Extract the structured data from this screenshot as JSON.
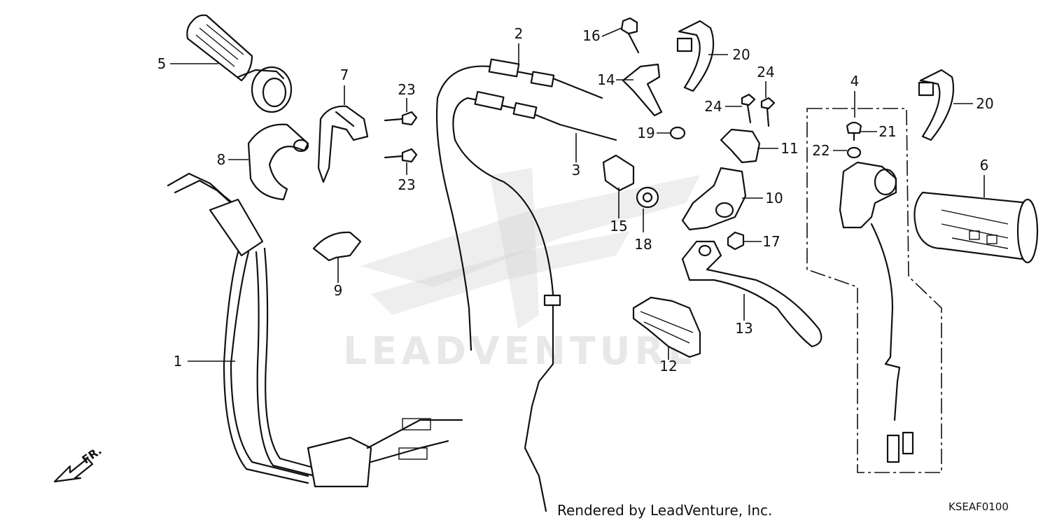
{
  "callouts": [
    {
      "id": "1",
      "text": "1"
    },
    {
      "id": "2",
      "text": "2"
    },
    {
      "id": "3",
      "text": "3"
    },
    {
      "id": "4",
      "text": "4"
    },
    {
      "id": "5",
      "text": "5"
    },
    {
      "id": "6",
      "text": "6"
    },
    {
      "id": "7",
      "text": "7"
    },
    {
      "id": "8",
      "text": "8"
    },
    {
      "id": "9",
      "text": "9"
    },
    {
      "id": "10",
      "text": "10"
    },
    {
      "id": "11",
      "text": "11"
    },
    {
      "id": "12",
      "text": "12"
    },
    {
      "id": "13",
      "text": "13"
    },
    {
      "id": "14",
      "text": "14"
    },
    {
      "id": "15",
      "text": "15"
    },
    {
      "id": "16",
      "text": "16"
    },
    {
      "id": "17",
      "text": "17"
    },
    {
      "id": "18",
      "text": "18"
    },
    {
      "id": "19",
      "text": "19"
    },
    {
      "id": "20a",
      "text": "20"
    },
    {
      "id": "20b",
      "text": "20"
    },
    {
      "id": "21",
      "text": "21"
    },
    {
      "id": "22",
      "text": "22"
    },
    {
      "id": "23a",
      "text": "23"
    },
    {
      "id": "23b",
      "text": "23"
    },
    {
      "id": "24a",
      "text": "24"
    },
    {
      "id": "24b",
      "text": "24"
    }
  ],
  "front_arrow_label": "FR.",
  "credit": "Rendered by LeadVenture, Inc.",
  "diagram_code": "KSEAF0100",
  "watermark_text": "LEADVENTURE"
}
